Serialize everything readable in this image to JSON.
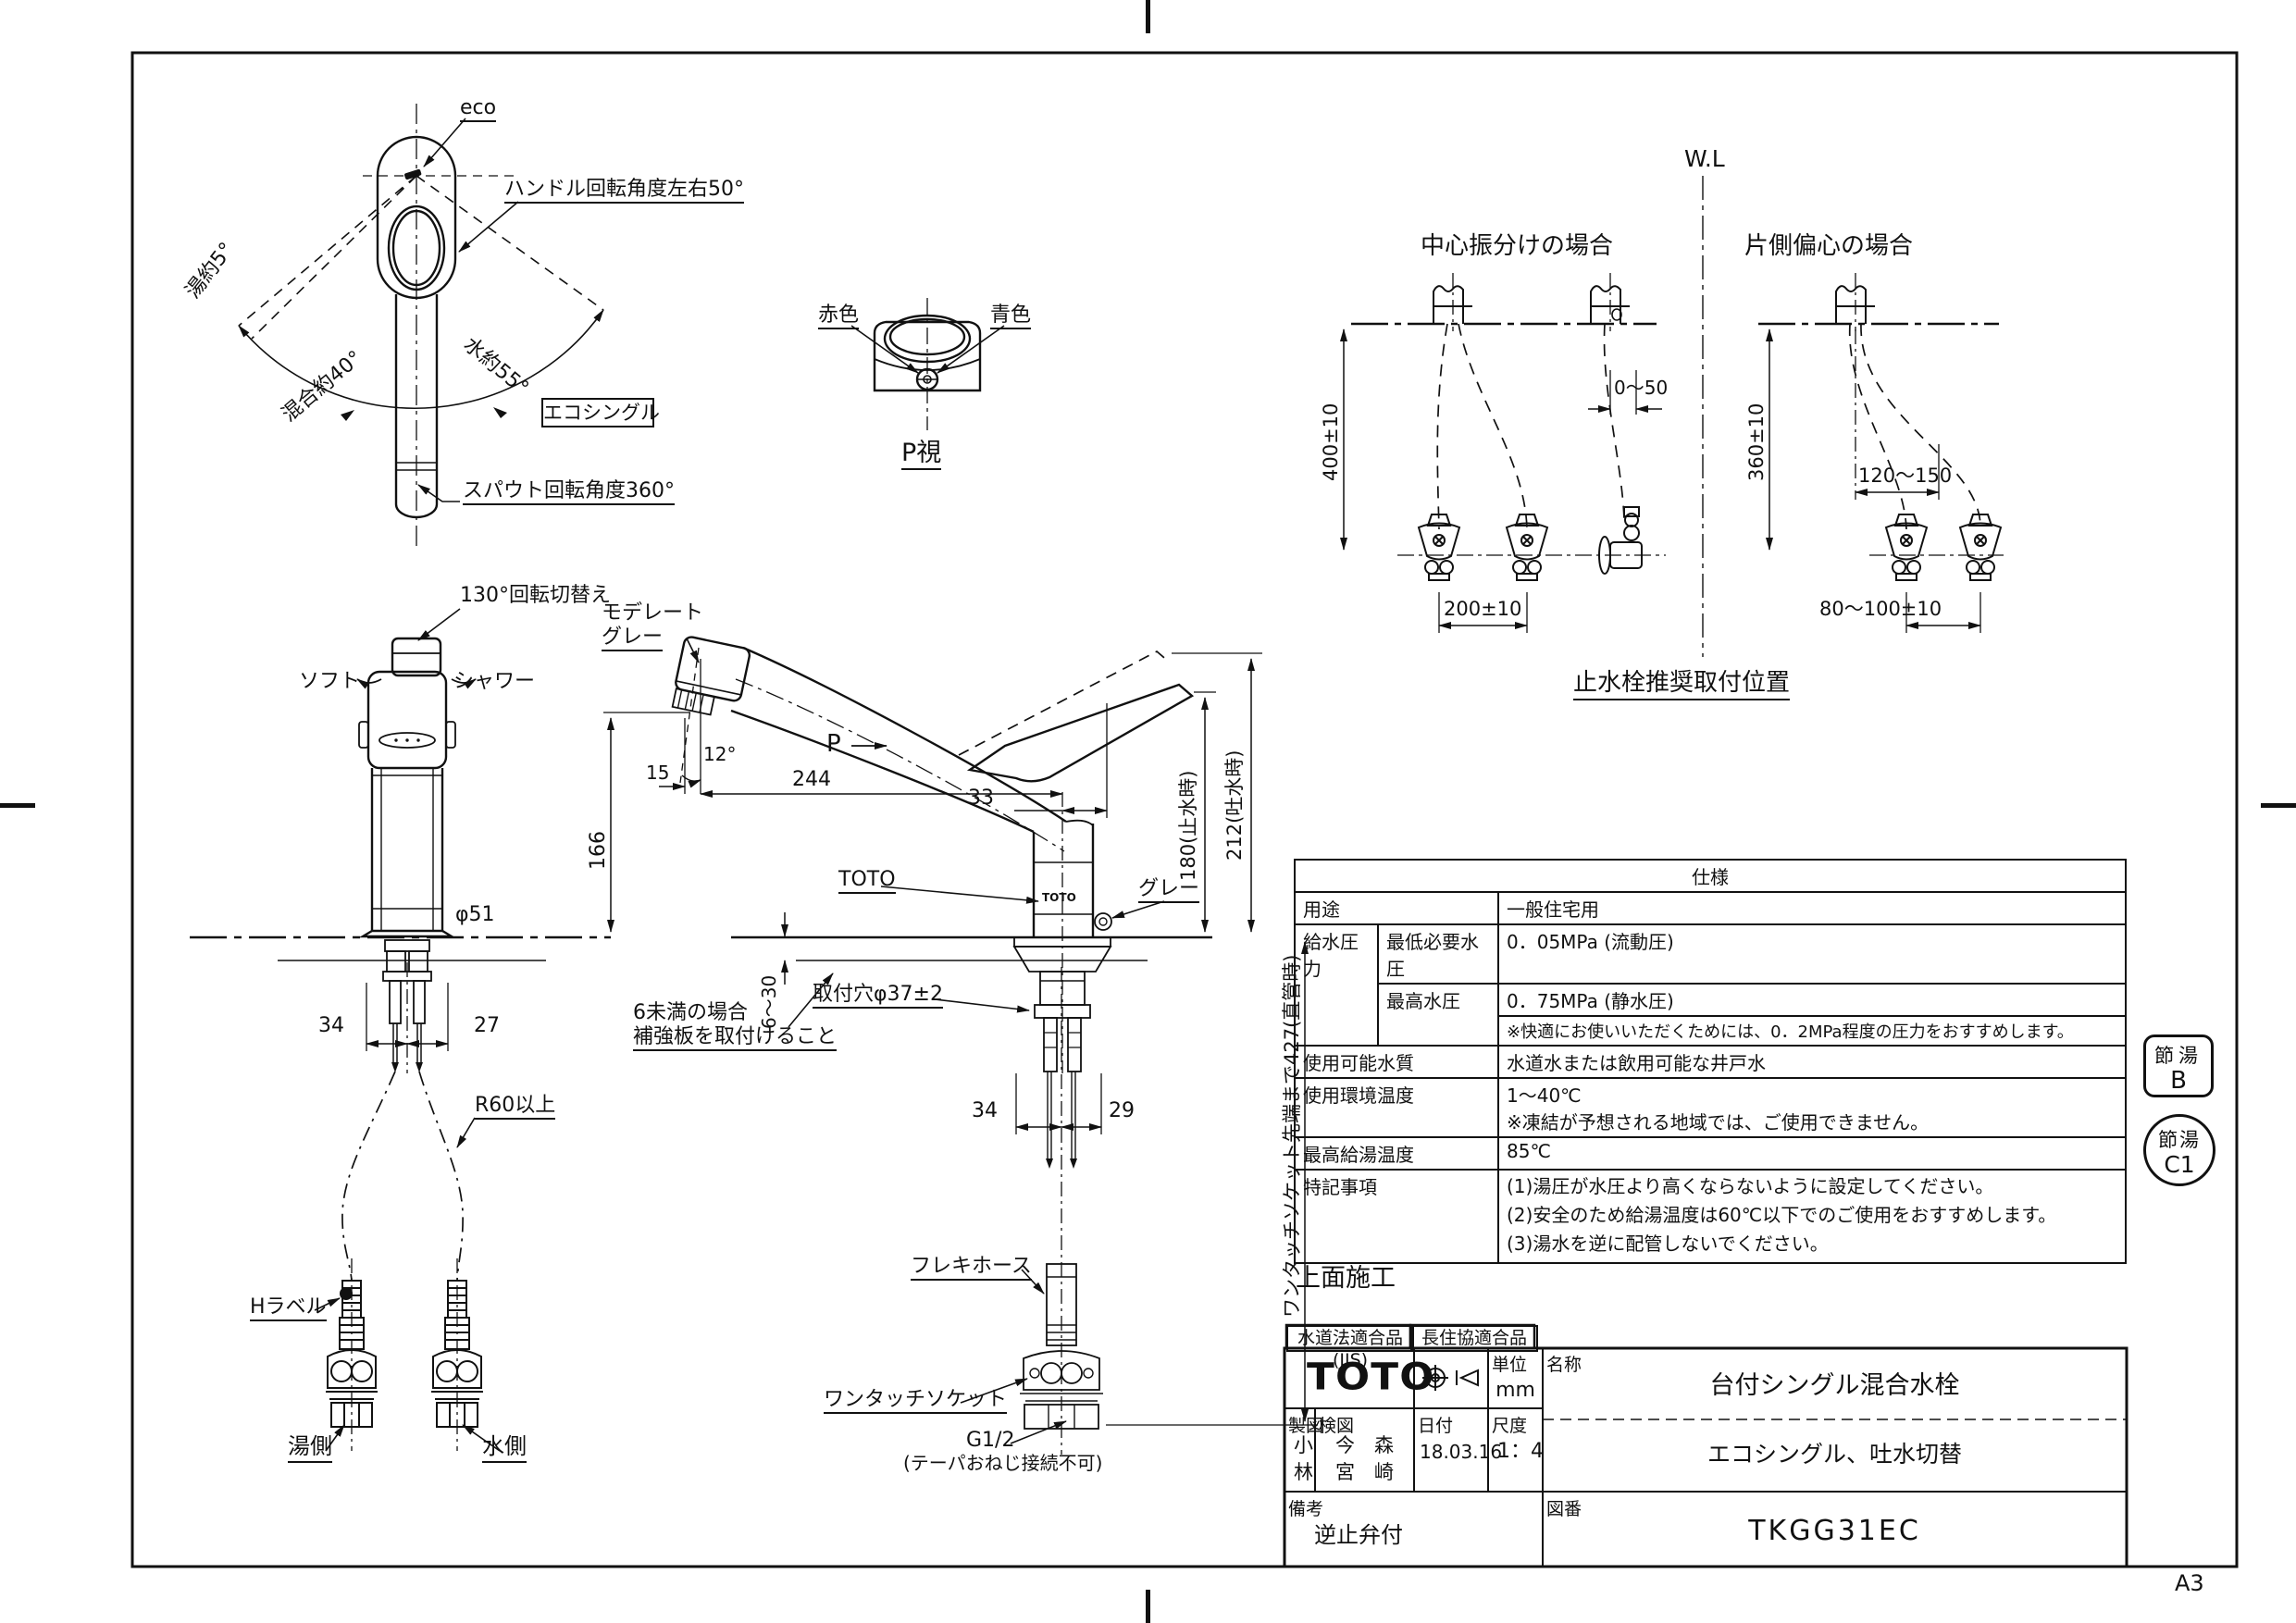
{
  "sheet": {
    "size_label": "A3"
  },
  "top_view": {
    "eco": "eco",
    "handle_rotation": "ハンドル回転角度左右50°",
    "hot_angle": "湯約5°",
    "mix_angle": "混合約40°",
    "water_angle": "水約55°",
    "eco_single": "エコシングル",
    "spout_rotation": "スパウト回転角度360°"
  },
  "p_view": {
    "red": "赤色",
    "blue": "青色",
    "caption": "P視"
  },
  "install": {
    "wl": "W.L",
    "center_title": "中心振分けの場合",
    "offset_title": "片側偏心の場合",
    "dim_400": "400±10",
    "dim_0_50": "0〜50",
    "dim_200": "200±10",
    "dim_360": "360±10",
    "dim_120_150": "120〜150",
    "dim_80_100": "80〜100±10",
    "caption": "止水栓推奨取付位置"
  },
  "front_view": {
    "rotate_switch": "130°回転切替え",
    "soft": "ソフト",
    "shower": "シャワー",
    "dia": "φ51",
    "dim_34": "34",
    "dim_27": "27",
    "r60": "R60以上",
    "h_label": "Hラベル",
    "hot": "湯側",
    "cold": "水側"
  },
  "side_view": {
    "moderate_1": "モデレート",
    "moderate_2": "グレー",
    "deg12": "12°",
    "dim15": "15",
    "dim244": "244",
    "dim33": "33",
    "p": "P",
    "dim166": "166",
    "dim180": "180(止水時)",
    "dim212": "212(吐水時)",
    "toto": "TOTO",
    "toto_mark": "TOTO",
    "gray": "グレー",
    "hole": "取付穴φ37±2",
    "dim6_30": "6〜30",
    "note6_1": "6未満の場合",
    "note6_2": "補強板を取付けること",
    "dim34": "34",
    "dim29": "29",
    "flex": "フレキホース",
    "socket": "ワンタッチソケット",
    "g12": "G1/2",
    "g12_note": "(テーパおねじ接続不可)",
    "dim427": "ワンタッチソケット先端まで427(直管時)"
  },
  "spec": {
    "title": "仕様",
    "r1_label": "用途",
    "r1_value": "一般住宅用",
    "r2_label": "給水圧力",
    "r2_sub": "最低必要水圧",
    "r2_value": "0．05MPa (流動圧)",
    "r3_sub": "最高水圧",
    "r3_value": "0．75MPa (静水圧)",
    "r4_value": "※快適にお使いいただくためには、0．2MPa程度の圧力をおすすめします。",
    "r5_label": "使用可能水質",
    "r5_value": "水道水または飲用可能な井戸水",
    "r6_label": "使用環境温度",
    "r6_value": "1〜40℃\n※凍結が予想される地域では、ご使用できません。",
    "r8_label": "最高給湯温度",
    "r8_value": "85℃",
    "r9_label": "特記事項",
    "r9_value": "(1)湯圧が水圧より高くならないように設定してください。\n(2)安全のため給湯温度は60℃以下でのご使用をおすすめします。\n(3)湯水を逆に配管しないでください。"
  },
  "badges": {
    "b_top": "節湯",
    "b_class": "B",
    "c_top": "節湯",
    "c_class": "C1"
  },
  "notes": {
    "top_surface": "上面施工"
  },
  "title_block": {
    "tag1": "水道法適合品(JIS)",
    "tag2": "長住協適合品",
    "logo": "TOTO",
    "unit_label": "単位",
    "unit_value": "mm",
    "name_label": "名称",
    "name_value": "台付シングル混合水栓",
    "name_sub": "エコシングル、吐水切替",
    "drafter_label": "製図",
    "drafter_value": "小\n林",
    "checker_label": "検図",
    "checker_value": "今　森\n宮　崎",
    "date_label": "日付",
    "date_value": "18.03.16",
    "scale_label": "尺度",
    "scale_value": "1：4",
    "remarks_label": "備考",
    "remarks_value": "逆止弁付",
    "dwg_label": "図番",
    "dwg_no": "TKGG31EC"
  },
  "icons": {
    "projection": "third-angle-projection"
  }
}
